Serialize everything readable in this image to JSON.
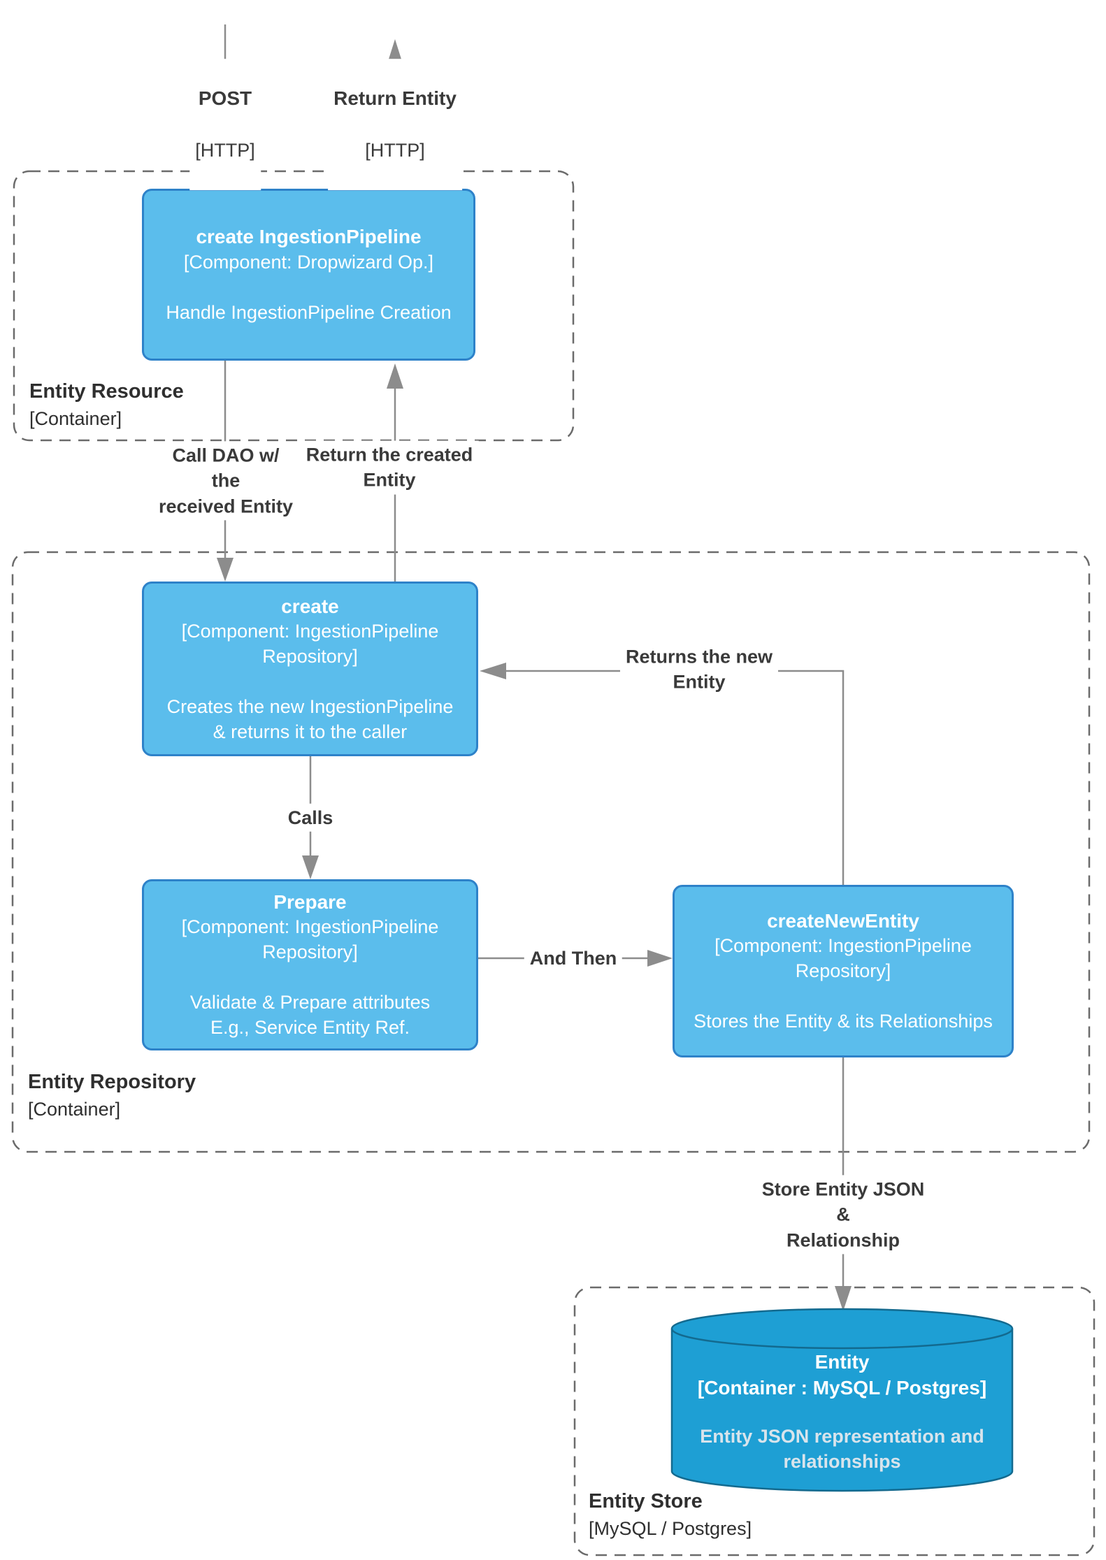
{
  "colors": {
    "node_fill": "#5BBDEC",
    "node_border": "#2E82C9",
    "db_fill": "#1E9FD4",
    "db_border": "#136A8F",
    "arrow": "#8C8C8C",
    "label": "#3A3A3A",
    "container_border": "#6B6B6B"
  },
  "containers": {
    "resource": {
      "name": "Entity Resource",
      "type": "[Container]"
    },
    "repository": {
      "name": "Entity Repository",
      "type": "[Container]"
    },
    "store": {
      "name": "Entity Store",
      "type": "[MySQL / Postgres]"
    }
  },
  "nodes": {
    "create_pipeline": {
      "title": "create IngestionPipeline",
      "component": "[Component: Dropwizard Op.]",
      "description": "Handle IngestionPipeline Creation"
    },
    "create": {
      "title": "create",
      "component": "[Component: IngestionPipeline\nRepository]",
      "description": "Creates the new IngestionPipeline\n& returns it to the caller"
    },
    "prepare": {
      "title": "Prepare",
      "component": "[Component: IngestionPipeline\nRepository]",
      "description": "Validate & Prepare attributes\nE.g., Service Entity Ref."
    },
    "create_new_entity": {
      "title": "createNewEntity",
      "component": "[Component: IngestionPipeline\nRepository]",
      "description": "Stores the Entity & its Relationships"
    }
  },
  "database": {
    "title": "Entity",
    "component": "[Container : MySQL / Postgres]",
    "description": "Entity JSON representation and\nrelationships"
  },
  "edges": {
    "post": {
      "label": "POST",
      "proto": "[HTTP]"
    },
    "return_entity": {
      "label": "Return Entity",
      "proto": "[HTTP]"
    },
    "call_dao": "Call DAO w/\nthe\nreceived Entity",
    "return_created": "Return the created\nEntity",
    "calls": "Calls",
    "and_then": "And Then",
    "returns_new": "Returns the new\nEntity",
    "store": "Store Entity JSON\n&\nRelationship"
  }
}
